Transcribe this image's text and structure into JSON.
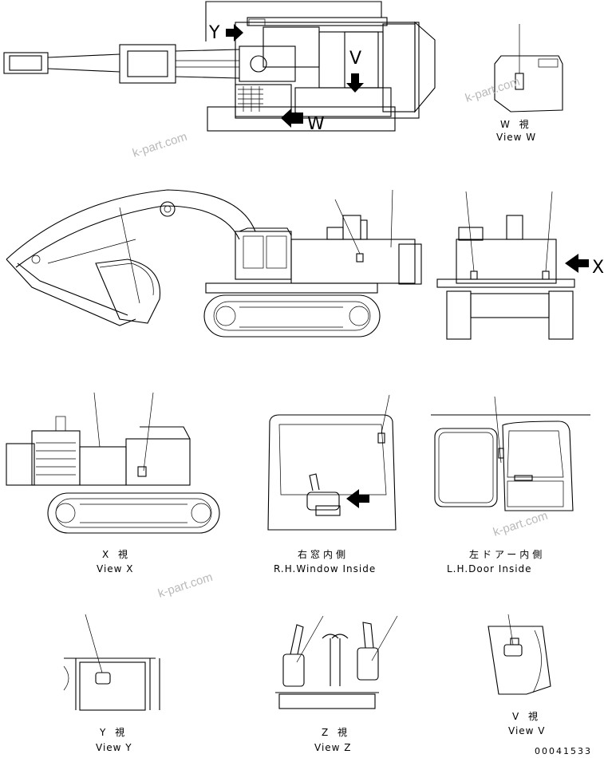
{
  "drawing_number": "00041533",
  "watermark": "k-part.com",
  "arrow_letters": {
    "y": "Y",
    "v": "V",
    "w": "W",
    "x": "X"
  },
  "views": {
    "view_w": {
      "jp": "W 視",
      "en": "View W"
    },
    "view_x": {
      "jp": "X 視",
      "en": "View X"
    },
    "rh_window": {
      "jp": "右窓内側",
      "en": "R.H.Window Inside"
    },
    "lh_door": {
      "jp": "左ドアー内側",
      "en": "L.H.Door Inside"
    },
    "view_y": {
      "jp": "Y 視",
      "en": "View Y"
    },
    "view_z": {
      "jp": "Z 視",
      "en": "View Z"
    },
    "view_v": {
      "jp": "V 視",
      "en": "View V"
    }
  }
}
